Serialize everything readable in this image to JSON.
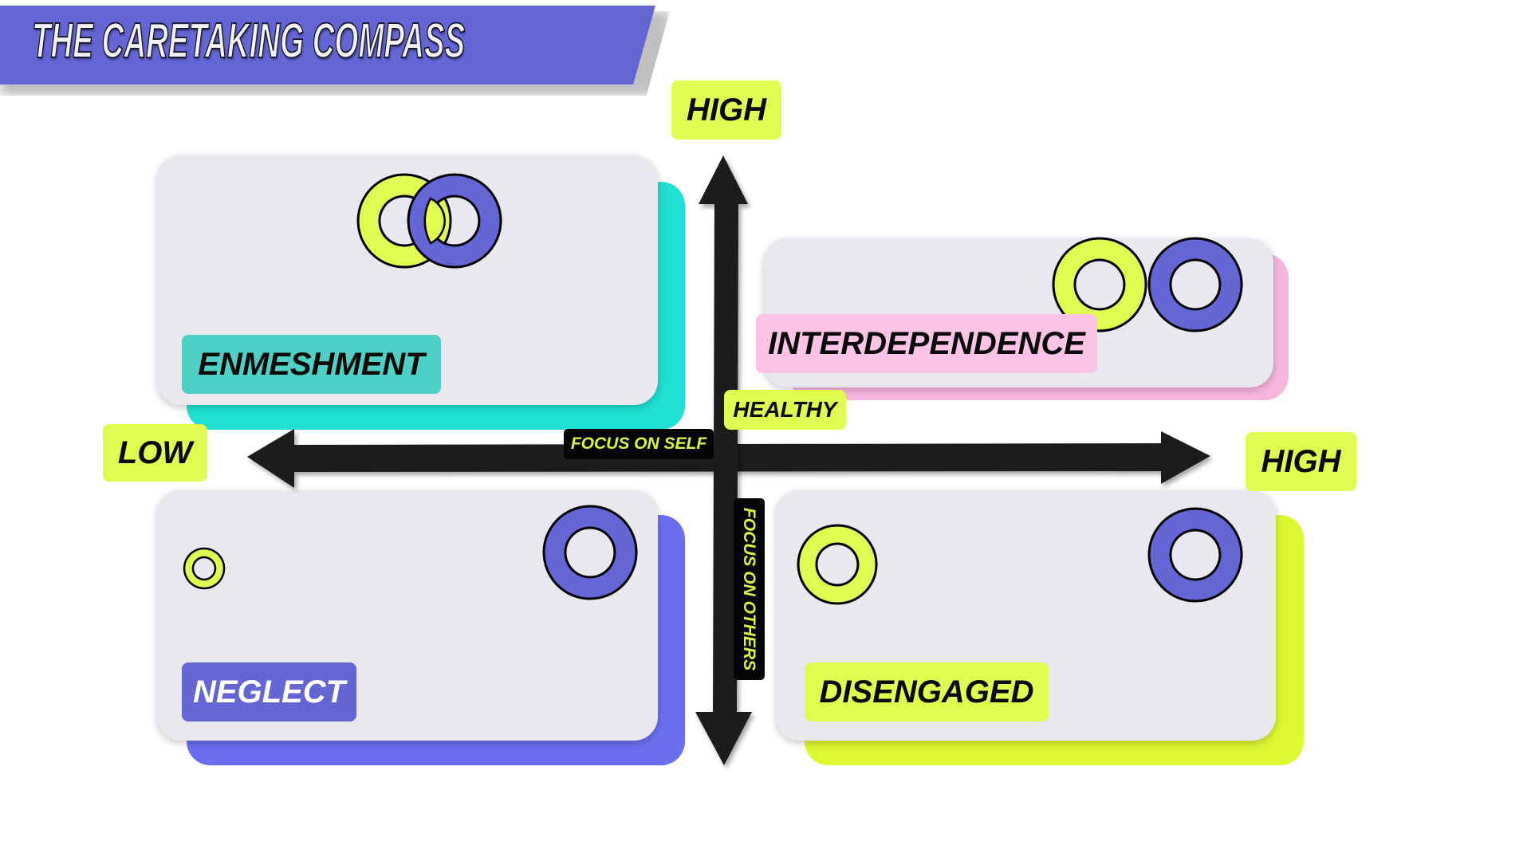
{
  "title": "THE CARETAKING COMPASS",
  "axes": {
    "vertical": {
      "high_label": "HIGH",
      "name": "FOCUS ON OTHERS"
    },
    "horizontal": {
      "low_label": "LOW",
      "high_label": "HIGH",
      "name": "FOCUS ON SELF"
    },
    "center_label": "HEALTHY"
  },
  "quadrants": [
    {
      "position": "top-left",
      "label": "ENMESHMENT",
      "label_color": "#4fd0c6",
      "back_color": "#1fe0d2",
      "rings": "overlapping"
    },
    {
      "position": "top-right",
      "label": "INTERDEPENDENCE",
      "label_color": "#fcc3e6",
      "back_color": "#f7b5df",
      "rings": "adjacent"
    },
    {
      "position": "bottom-left",
      "label": "NEGLECT",
      "label_color": "#6466d5",
      "back_color": "#6a6ff0",
      "rings": "small-self, large-other"
    },
    {
      "position": "bottom-right",
      "label": "DISENGAGED",
      "label_color": "#e1fb50",
      "back_color": "#dcf832",
      "rings": "separated"
    }
  ],
  "colors": {
    "banner": "#6466d5",
    "accent_lime": "#e1fb50",
    "accent_purple": "#6466d5",
    "card": "#e8e8ee",
    "axis": "#1e1e1e"
  }
}
